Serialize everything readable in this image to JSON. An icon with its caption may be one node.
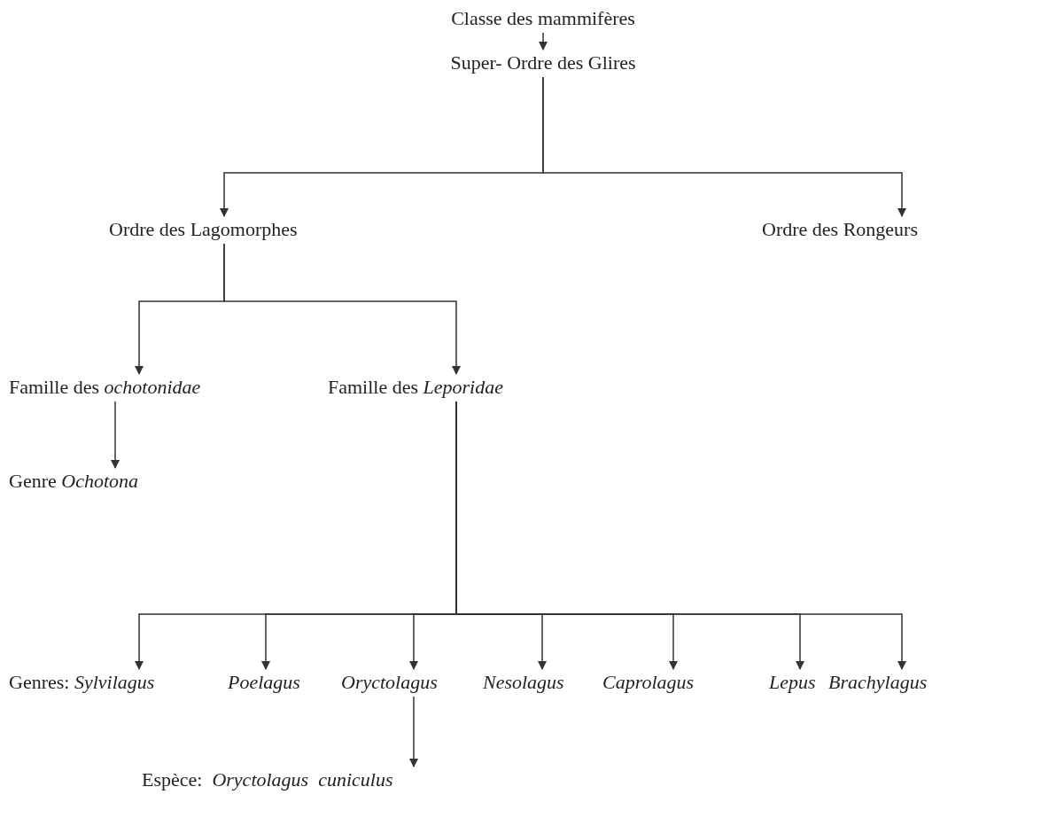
{
  "diagram": {
    "nodes": [
      {
        "text": [
          "Classe des mammifères"
        ]
      },
      {
        "text": [
          "Super- Ordre des Glires"
        ]
      },
      {
        "text": [
          "Ordre des Lagomorphes"
        ]
      },
      {
        "text": [
          "Ordre des Rongeurs"
        ]
      },
      {
        "text": [
          "Famille des *ochotonidae*"
        ]
      },
      {
        "text": [
          "Famille des *Leporidae*"
        ]
      },
      {
        "text": [
          "Genre *Ochotona*"
        ]
      },
      {
        "text": [
          "Genres: *Sylvilagus*"
        ]
      },
      {
        "text": [
          "Poelagus"
        ]
      },
      {
        "text": [
          "Oryctolagus"
        ]
      },
      {
        "text": [
          "Nesolagus"
        ]
      },
      {
        "text": [
          "Caprolagus"
        ]
      },
      {
        "text": [
          "Lepus"
        ]
      },
      {
        "text": [
          "Brachylagus"
        ]
      },
      {
        "text": [
          "Espèce:  *Oryctolagus  cuniculus*"
        ]
      }
    ],
    "edges": [
      {
        "from": 0,
        "to": 1,
        "arrow": "to"
      },
      {
        "from": 1,
        "to": 2,
        "arrow": "to"
      },
      {
        "from": 1,
        "to": 3,
        "arrow": "to"
      },
      {
        "from": 2,
        "to": 4,
        "arrow": "to"
      },
      {
        "from": 2,
        "to": 5,
        "arrow": "to"
      },
      {
        "from": 4,
        "to": 6,
        "arrow": "to"
      },
      {
        "from": 5,
        "to": 7,
        "arrow": "to"
      },
      {
        "from": 5,
        "to": 8,
        "arrow": "to"
      },
      {
        "from": 5,
        "to": 9,
        "arrow": "to"
      },
      {
        "from": 5,
        "to": 10,
        "arrow": "to"
      },
      {
        "from": 5,
        "to": 11,
        "arrow": "to"
      },
      {
        "from": 5,
        "to": 12,
        "arrow": "to"
      },
      {
        "from": 5,
        "to": 13,
        "arrow": "to"
      },
      {
        "from": 9,
        "to": 14,
        "arrow": "to"
      }
    ]
  }
}
